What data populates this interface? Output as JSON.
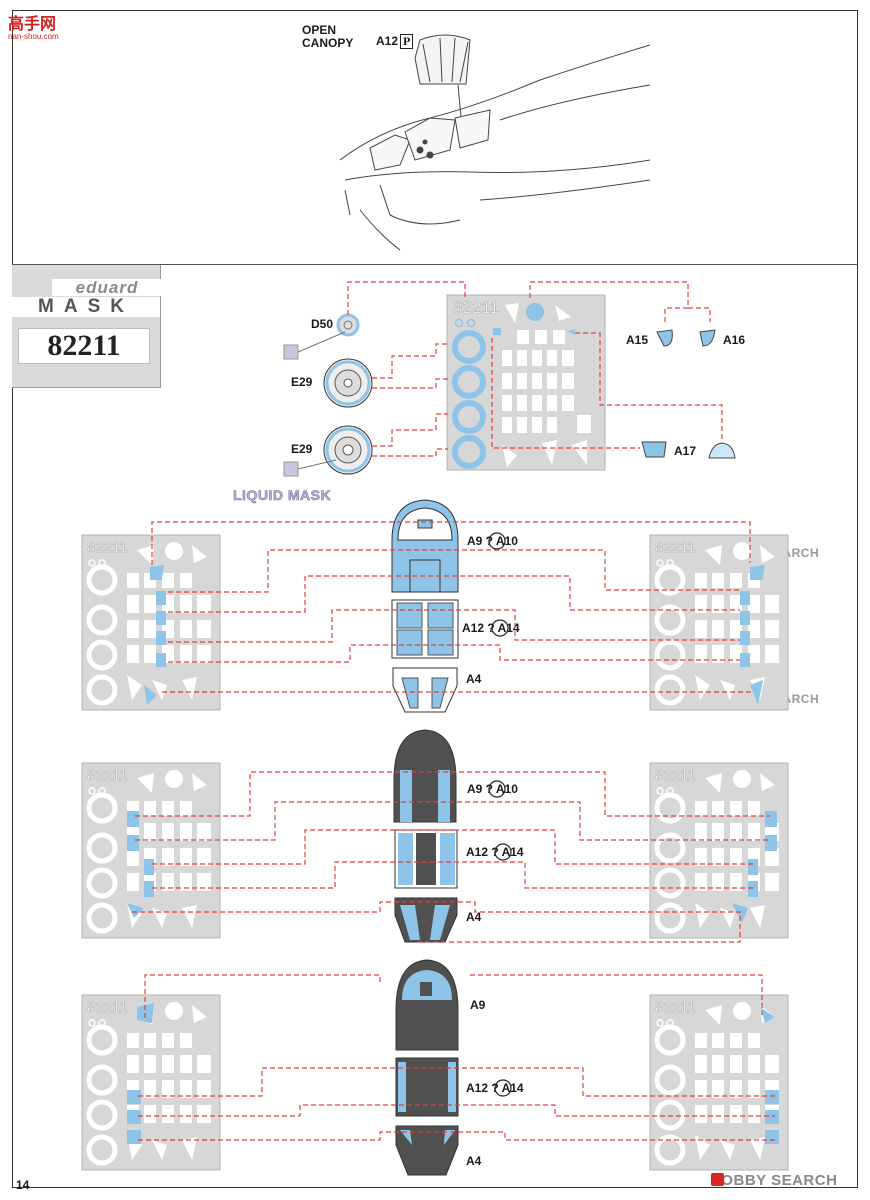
{
  "page": {
    "watermark": {
      "title": "高手网",
      "subtitle": "nan-shou.com"
    },
    "open_canopy": {
      "line1": "OPEN",
      "line2": "CANOPY",
      "part": "A12",
      "part_suffix": "P"
    },
    "brand": {
      "logo": "eduard",
      "mask": "MASK",
      "number": "82211"
    },
    "liquid_mask": "LIQUID MASK",
    "page_number": "14",
    "hobby_search": "HOBBY SEARCH",
    "sheet_number": "82211"
  },
  "labels": {
    "d50": "D50",
    "e29_a": "E29",
    "e29_b": "E29",
    "a15": "A15",
    "a16": "A16",
    "a17": "A17",
    "row1_top": "A9 ? A10",
    "row1_mid": "A12 ? A14",
    "row1_bot": "A4",
    "row2_top": "A9 ? A10",
    "row2_mid": "A12 ? A14",
    "row2_bot": "A4",
    "row3_top": "A9",
    "row3_mid": "A12 ? A14",
    "row3_bot": "A4"
  },
  "colors": {
    "mask_blue": "#8ec4e8",
    "sheet_gray": "#d7d7d7",
    "leader_red": "#e04040",
    "frame_dark": "#4a4a4a"
  }
}
